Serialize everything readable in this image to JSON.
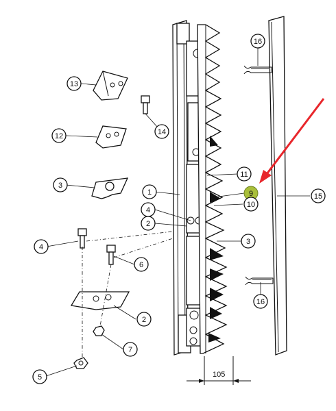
{
  "callouts": [
    {
      "id": "c13",
      "label": "13"
    },
    {
      "id": "c14",
      "label": "14"
    },
    {
      "id": "c12",
      "label": "12"
    },
    {
      "id": "c3a",
      "label": "3"
    },
    {
      "id": "c1",
      "label": "1"
    },
    {
      "id": "c4a",
      "label": "4"
    },
    {
      "id": "c2a",
      "label": "2"
    },
    {
      "id": "c4b",
      "label": "4"
    },
    {
      "id": "c6",
      "label": "6"
    },
    {
      "id": "c2b",
      "label": "2"
    },
    {
      "id": "c7",
      "label": "7"
    },
    {
      "id": "c5",
      "label": "5"
    },
    {
      "id": "c16a",
      "label": "16"
    },
    {
      "id": "c11",
      "label": "11"
    },
    {
      "id": "c9",
      "label": "9"
    },
    {
      "id": "c10",
      "label": "10"
    },
    {
      "id": "c3b",
      "label": "3"
    },
    {
      "id": "c15",
      "label": "15"
    },
    {
      "id": "c16b",
      "label": "16"
    }
  ],
  "dimension": {
    "label": "105"
  },
  "colors": {
    "arrow": "#e8262b",
    "highlight": "#a9bf3a",
    "ink": "#111111"
  }
}
